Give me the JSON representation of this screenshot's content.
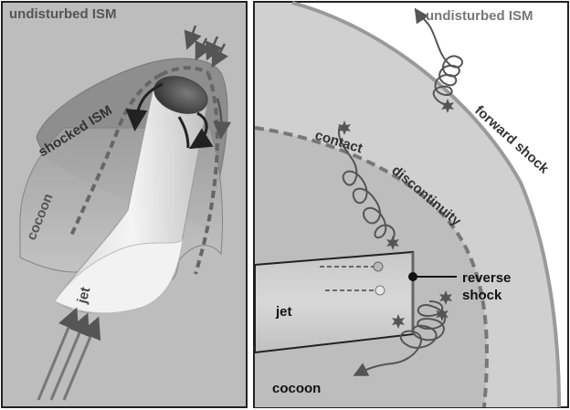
{
  "left_panel": {
    "title": "undisturbed ISM",
    "shocked_ism": "shocked ISM",
    "cocoon": "cocoon",
    "jet": "jet"
  },
  "right_panel": {
    "title": "undisturbed ISM",
    "forward_shock": "forward shock",
    "contact": "contact",
    "discontinuity": "discontinuity",
    "reverse": "reverse",
    "shock": "shock",
    "jet": "jet",
    "cocoon": "cocoon"
  },
  "colors": {
    "panel_bg": "#bdbdbd",
    "shocked_gray": "#8e8e8e",
    "cocoon_gray": "#a9a9a9",
    "jet_light": "#ededed",
    "ink": "#333333"
  }
}
